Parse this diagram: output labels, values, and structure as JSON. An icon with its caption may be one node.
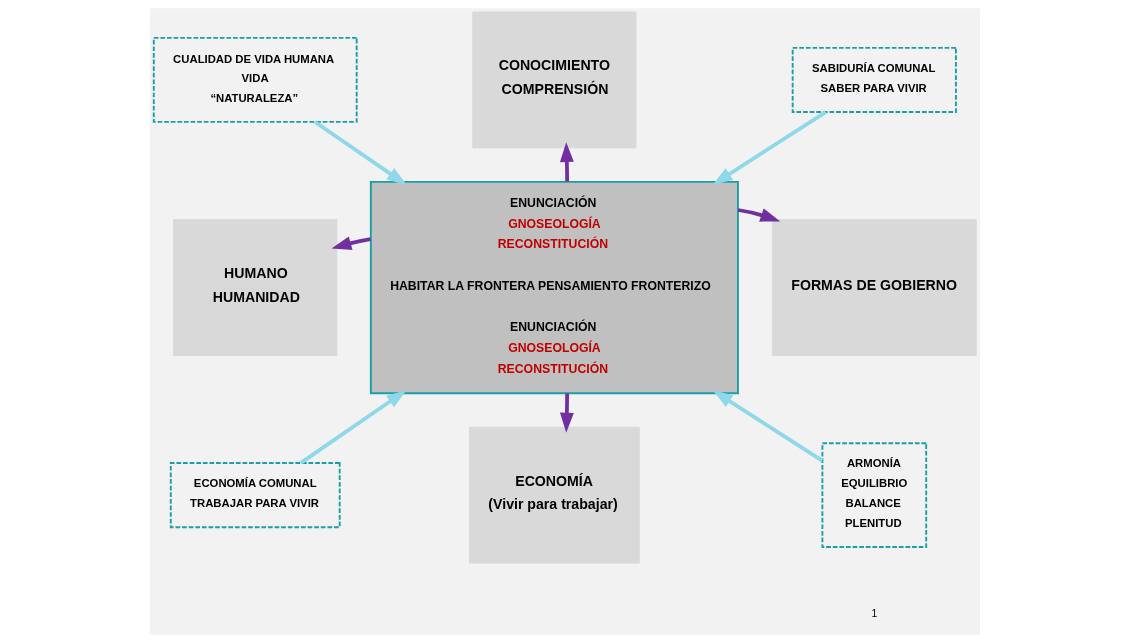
{
  "diagram": {
    "nodes": [
      {
        "text": [
          "CUALIDAD DE VIDA HUMANA",
          "VIDA",
          "“NATURALEZA”"
        ]
      },
      {
        "text": [
          "CONOCIMIENTO",
          "COMPRENSIÓN"
        ]
      },
      {
        "text": [
          "SABIDURÍA COMUNAL",
          "SABER PARA VIVIR"
        ]
      },
      {
        "text": [
          "HUMANO",
          "HUMANIDAD"
        ]
      },
      {
        "text": [
          "ENUNCIACIÓN",
          "GNOSEOLOGÍA",
          "RECONSTITUCIÓN",
          "HABITAR LA FRONTERA PENSAMIENTO FRONTERIZO",
          "ENUNCIACIÓN",
          "GNOSEOLOGÍA",
          "RECONSTITUCIÓN"
        ]
      },
      {
        "text": [
          "FORMAS DE GOBIERNO"
        ]
      },
      {
        "text": [
          "ECONOMÍA COMUNAL",
          "TRABAJAR PARA VIVIR"
        ]
      },
      {
        "text": [
          "ECONOMÍA",
          "(Vivir para trabajar)"
        ]
      },
      {
        "text": [
          "ARMONÍA",
          "EQUILIBRIO",
          "BALANCE",
          "PLENITUD"
        ]
      }
    ],
    "edges": [
      {
        "from": 0,
        "to": 4,
        "arrow": "to",
        "color": "#8ed8ea"
      },
      {
        "from": 2,
        "to": 4,
        "arrow": "to",
        "color": "#8ed8ea"
      },
      {
        "from": 4,
        "to": 1,
        "arrow": "to",
        "color": "#7030a0"
      },
      {
        "from": 4,
        "to": 3,
        "arrow": "to",
        "color": "#7030a0"
      },
      {
        "from": 4,
        "to": 5,
        "arrow": "to",
        "color": "#7030a0"
      },
      {
        "from": 4,
        "to": 7,
        "arrow": "to",
        "color": "#7030a0"
      },
      {
        "from": 6,
        "to": 4,
        "arrow": "to",
        "color": "#8ed8ea"
      },
      {
        "from": 8,
        "to": 4,
        "arrow": "to",
        "color": "#8ed8ea"
      }
    ],
    "labels": [
      "1"
    ]
  }
}
